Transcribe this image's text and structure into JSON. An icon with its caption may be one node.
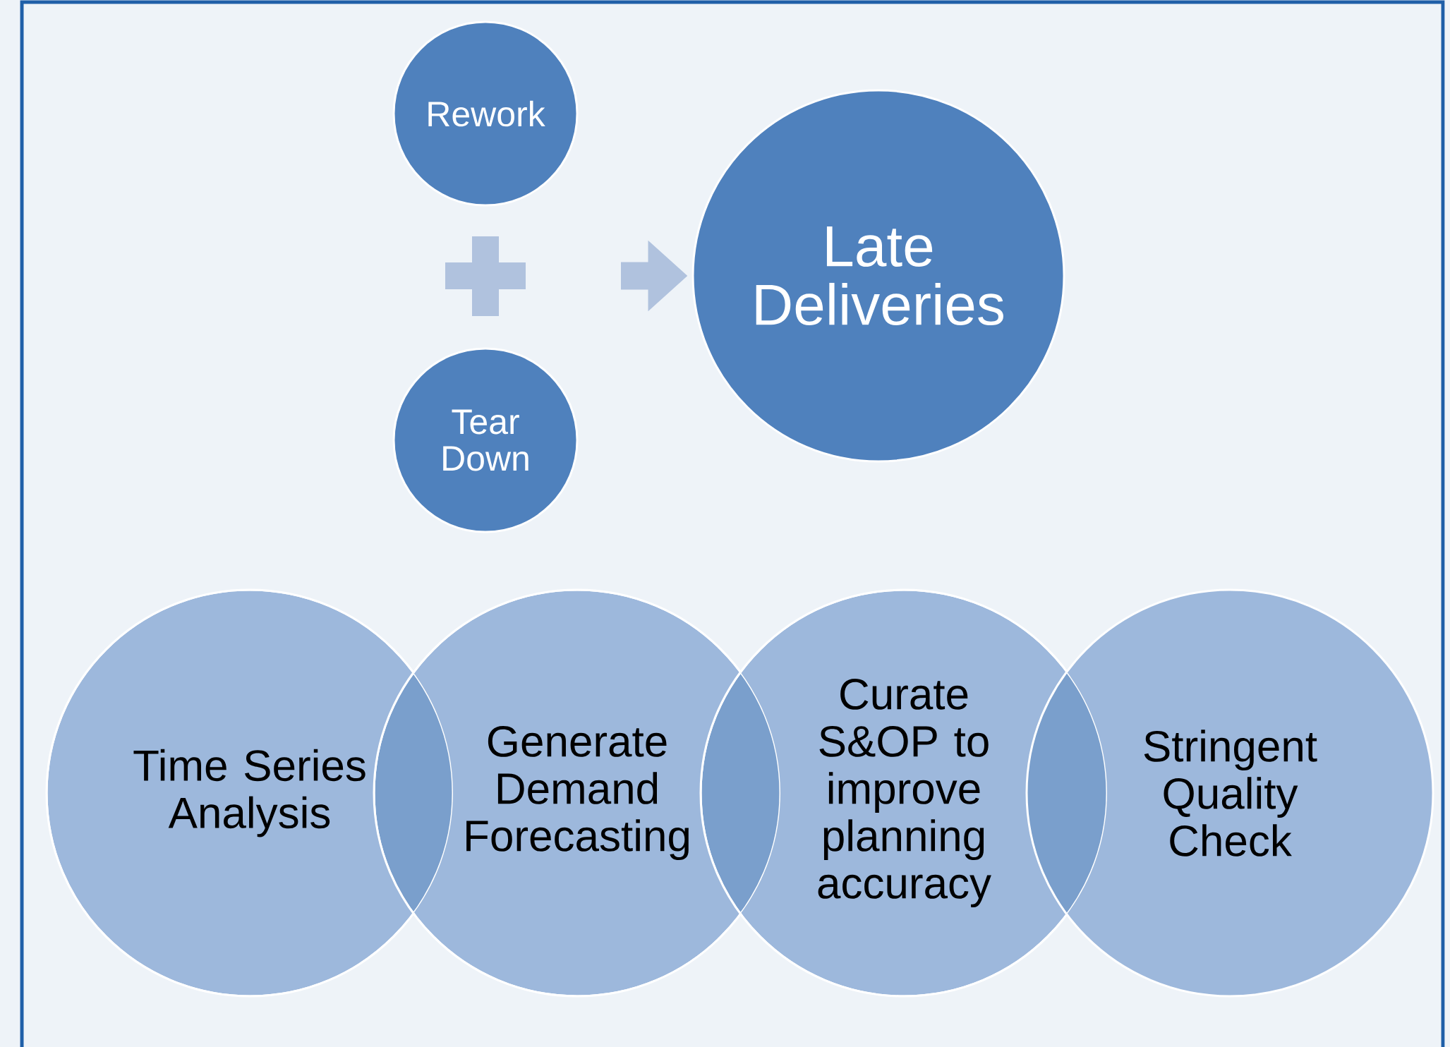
{
  "diagram": {
    "nodes": [
      {
        "text": [
          "Rework"
        ]
      },
      {
        "text": [
          "Tear Down"
        ]
      },
      {
        "text": [
          "Late Deliveries"
        ]
      },
      {
        "text": [
          "Time Series Analysis"
        ]
      },
      {
        "text": [
          "Generate Demand Forecasting"
        ]
      },
      {
        "text": [
          "Curate S&OP to improve planning accuracy"
        ]
      },
      {
        "text": [
          "Stringent Quality Check"
        ]
      }
    ],
    "edges": [
      {
        "from": null,
        "to": 2,
        "arrow": "to"
      }
    ]
  }
}
